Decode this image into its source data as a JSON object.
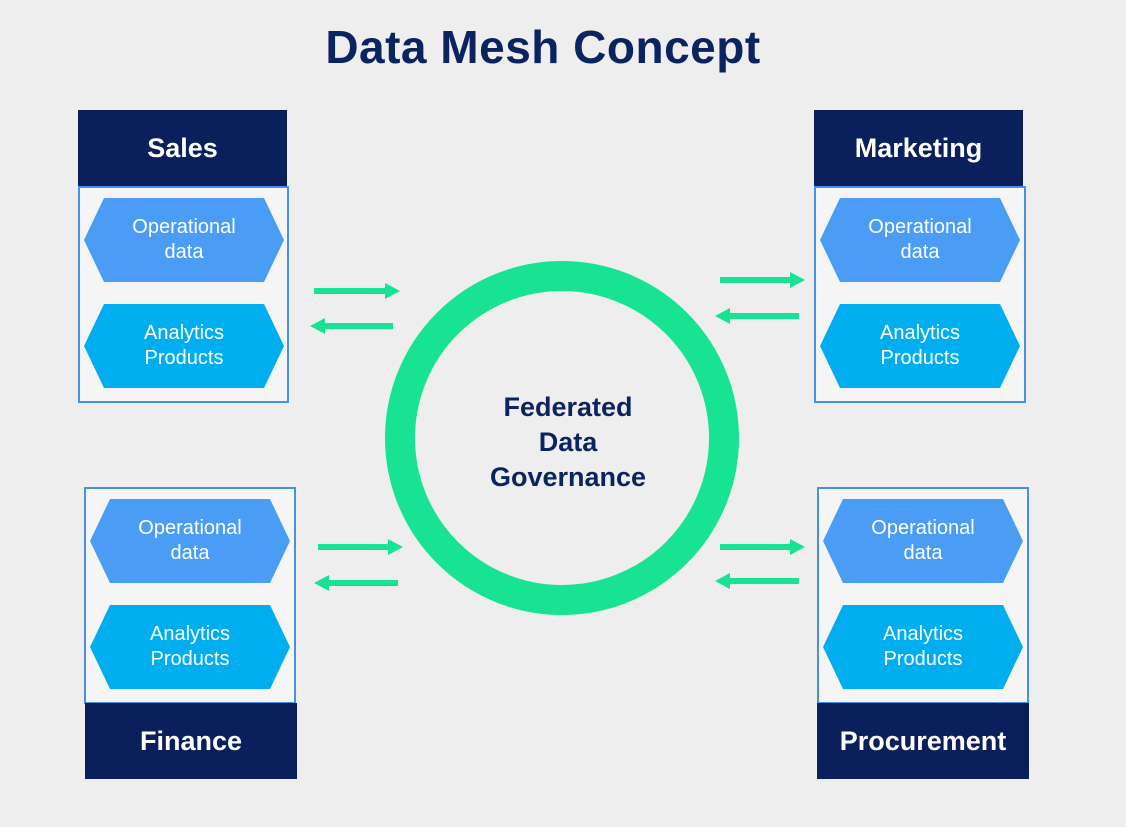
{
  "title": "Data Mesh Concept",
  "center": {
    "lines": [
      "Federated",
      "Data",
      "Governance"
    ]
  },
  "domains": {
    "sales": {
      "name": "Sales",
      "operational": [
        "Operational",
        "data"
      ],
      "analytics": [
        "Analytics",
        "Products"
      ]
    },
    "marketing": {
      "name": "Marketing",
      "operational": [
        "Operational",
        "data"
      ],
      "analytics": [
        "Analytics",
        "Products"
      ]
    },
    "finance": {
      "name": "Finance",
      "operational": [
        "Operational",
        "data"
      ],
      "analytics": [
        "Analytics",
        "Products"
      ]
    },
    "procurement": {
      "name": "Procurement",
      "operational": [
        "Operational",
        "data"
      ],
      "analytics": [
        "Analytics",
        "Products"
      ]
    }
  },
  "colors": {
    "header": "#0b1f5c",
    "title": "#0b2460",
    "operational_hex": "#4a9cf5",
    "analytics_hex": "#00aeef",
    "ring": "#17e393",
    "arrow": "#17e393",
    "panel_border": "#4a90e2"
  }
}
